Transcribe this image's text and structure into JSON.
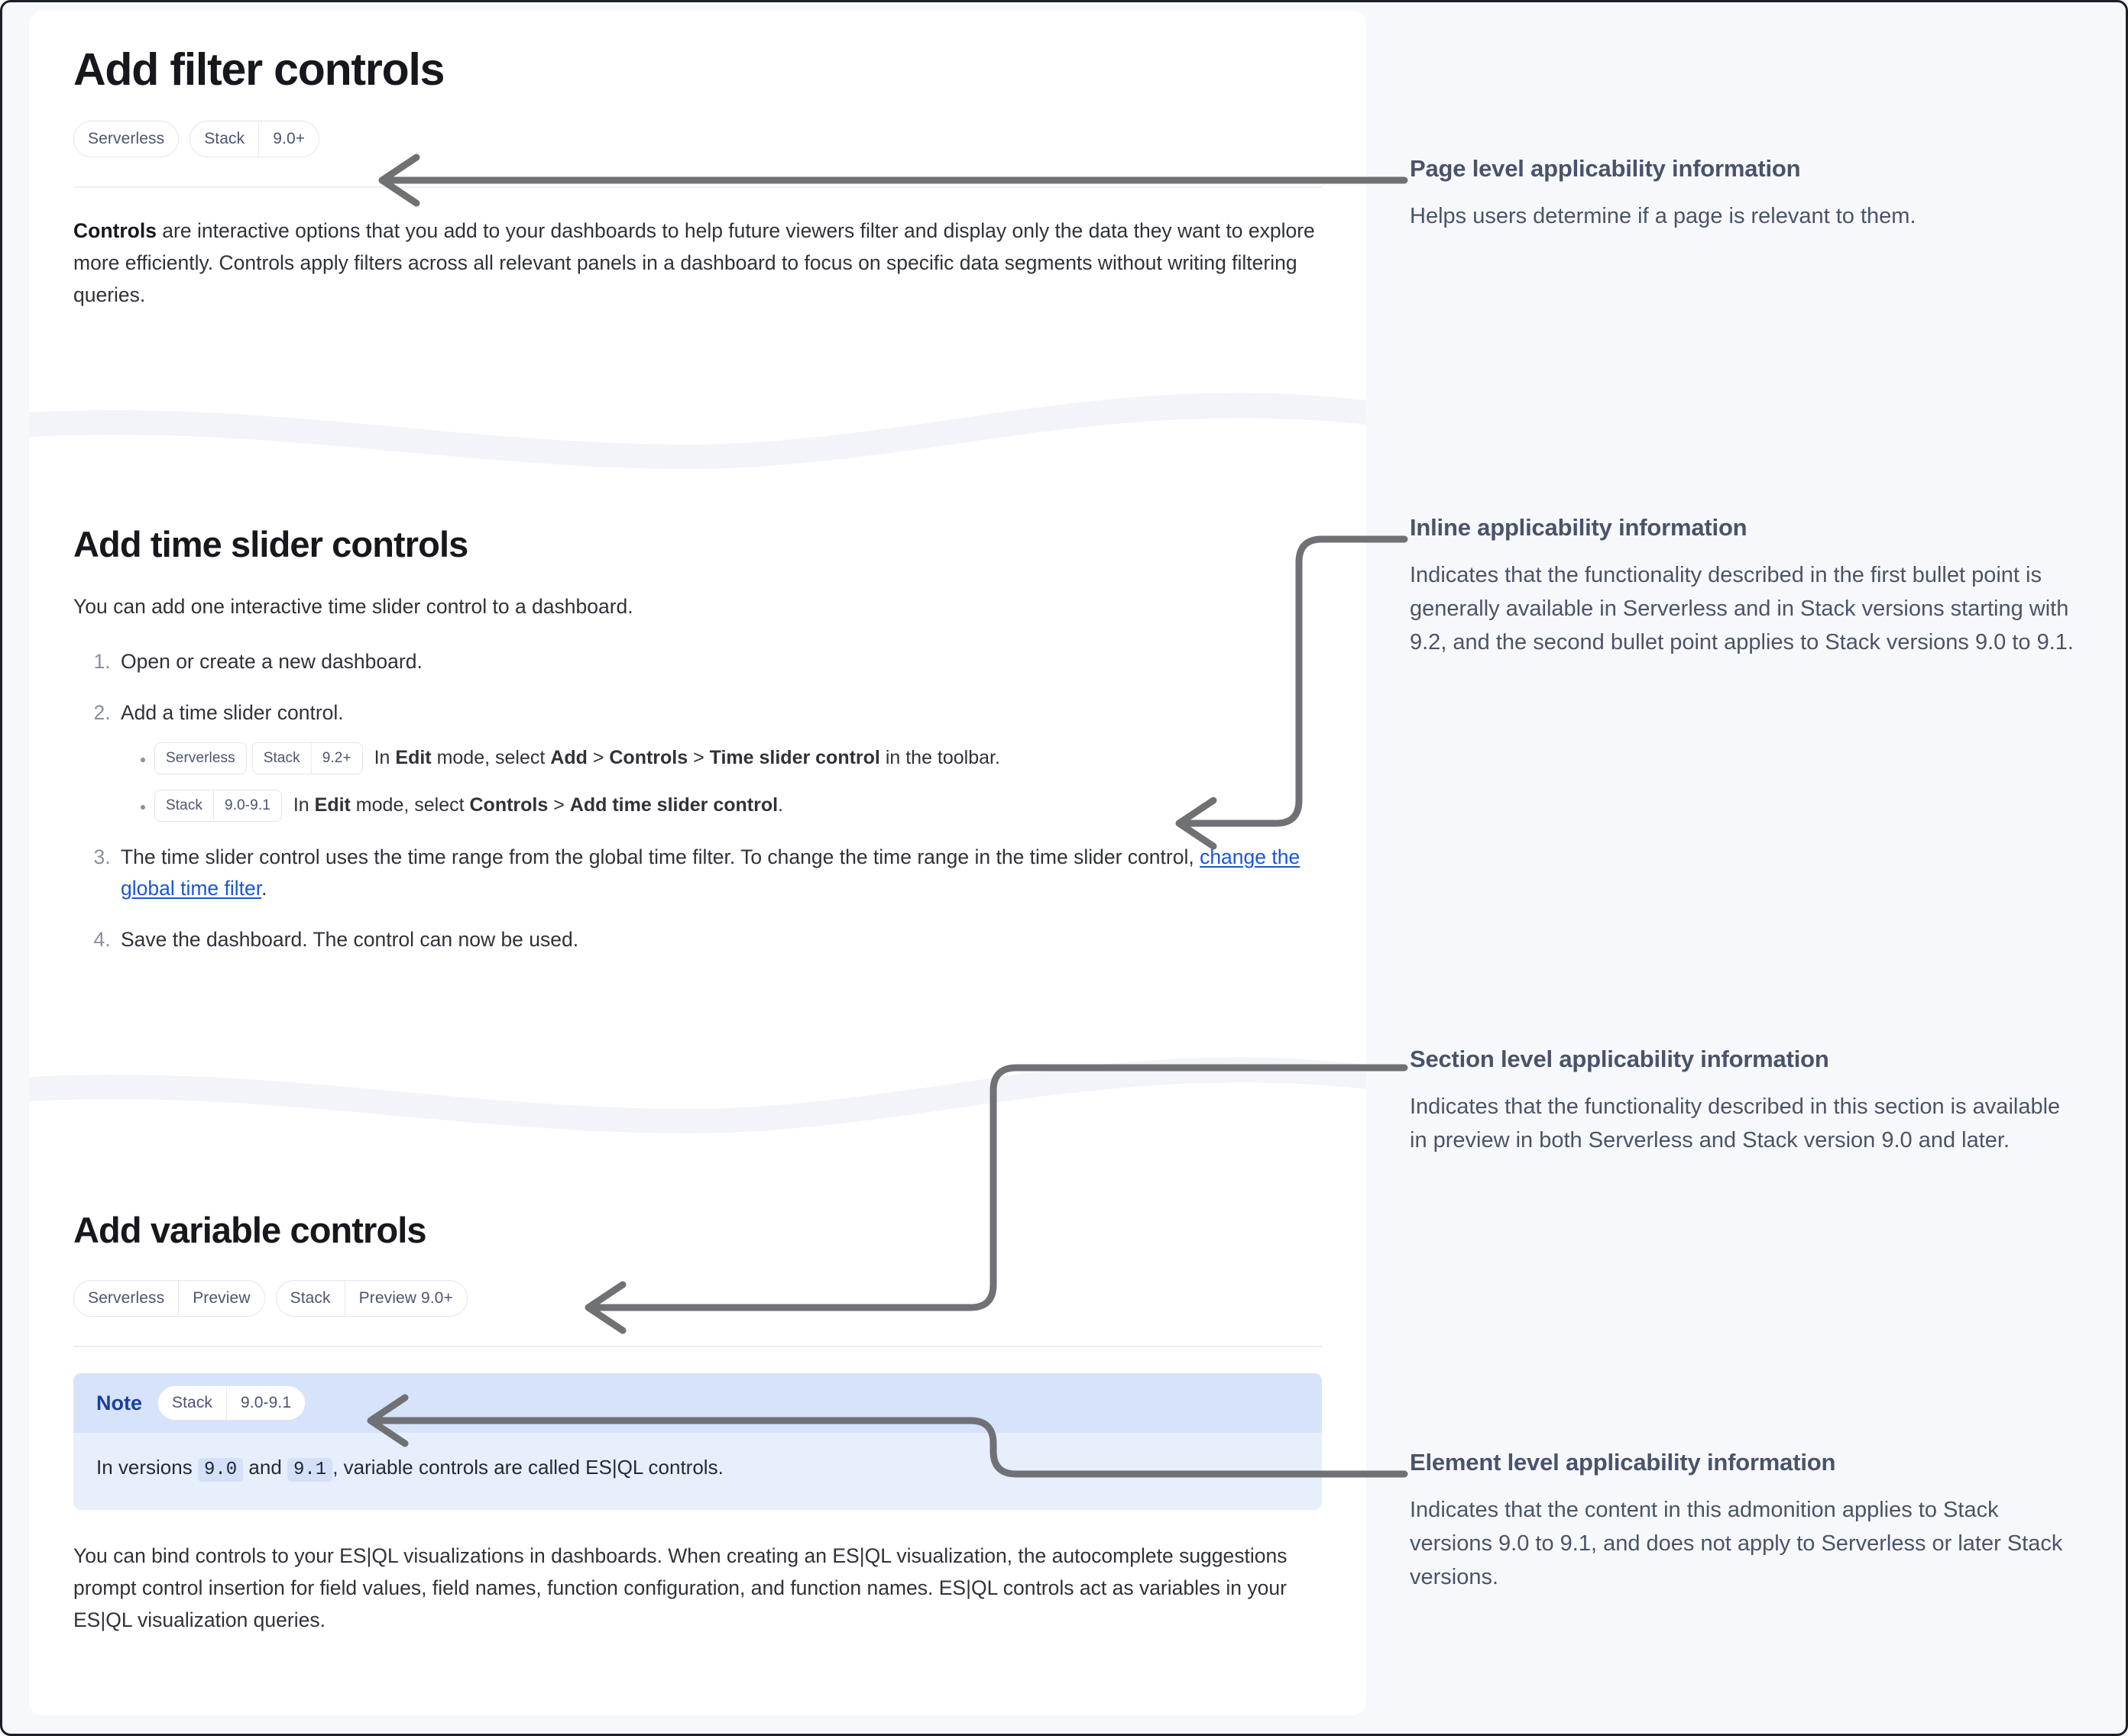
{
  "page": {
    "title": "Add filter controls",
    "applicability": [
      {
        "segments": [
          "Serverless"
        ]
      },
      {
        "segments": [
          "Stack",
          "9.0+"
        ]
      }
    ],
    "intro": {
      "lead": "Controls",
      "rest": " are interactive options that you add to your dashboards to help future viewers filter and display only the data they want to explore more efficiently. Controls apply filters across all relevant panels in a dashboard to focus on specific data segments without writing filtering queries."
    }
  },
  "time_slider_section": {
    "heading": "Add time slider controls",
    "intro": "You can add one interactive time slider control to a dashboard.",
    "steps": [
      {
        "text": "Open or create a new dashboard."
      },
      {
        "text": "Add a time slider control.",
        "bullets": [
          {
            "badges": [
              {
                "segments": [
                  "Serverless"
                ]
              },
              {
                "segments": [
                  "Stack",
                  "9.2+"
                ]
              }
            ],
            "parts": [
              {
                "t": "In ",
                "b": false
              },
              {
                "t": "Edit",
                "b": true
              },
              {
                "t": " mode, select ",
                "b": false
              },
              {
                "t": "Add",
                "b": true
              },
              {
                "t": " > ",
                "b": false
              },
              {
                "t": "Controls",
                "b": true
              },
              {
                "t": " > ",
                "b": false
              },
              {
                "t": "Time slider control",
                "b": true
              },
              {
                "t": " in the toolbar.",
                "b": false
              }
            ]
          },
          {
            "badges": [
              {
                "segments": [
                  "Stack",
                  "9.0-9.1"
                ]
              }
            ],
            "parts": [
              {
                "t": "In ",
                "b": false
              },
              {
                "t": "Edit",
                "b": true
              },
              {
                "t": " mode, select ",
                "b": false
              },
              {
                "t": "Controls",
                "b": true
              },
              {
                "t": " > ",
                "b": false
              },
              {
                "t": "Add time slider control",
                "b": true
              },
              {
                "t": ".",
                "b": false
              }
            ]
          }
        ]
      },
      {
        "text_before_link": "The time slider control uses the time range from the global time filter. To change the time range in the time slider control, ",
        "link_text": "change the global time filter",
        "text_after_link": "."
      },
      {
        "text": "Save the dashboard. The control can now be used."
      }
    ]
  },
  "variable_section": {
    "heading": "Add variable controls",
    "applicability": [
      {
        "segments": [
          "Serverless",
          "Preview"
        ]
      },
      {
        "segments": [
          "Stack",
          "Preview 9.0+"
        ]
      }
    ],
    "note": {
      "label": "Note",
      "badges": [
        {
          "segments": [
            "Stack",
            "9.0-9.1"
          ]
        }
      ],
      "body_parts": [
        {
          "t": "In versions ",
          "code": false
        },
        {
          "t": "9.0",
          "code": true
        },
        {
          "t": " and ",
          "code": false
        },
        {
          "t": "9.1",
          "code": true
        },
        {
          "t": ", variable controls are called ES|QL controls.",
          "code": false
        }
      ]
    },
    "paragraph": "You can bind controls to your ES|QL visualizations in dashboards. When creating an ES|QL visualization, the autocomplete suggestions prompt control insertion for field values, field names, function configuration, and function names. ES|QL controls act as variables in your ES|QL visualization queries."
  },
  "annotations": [
    {
      "id": "page-level",
      "title": "Page level applicability information",
      "body": "Helps users determine if a page is relevant to them."
    },
    {
      "id": "inline",
      "title": "Inline applicability information",
      "body": "Indicates that the functionality described in the first bullet point is generally available in Serverless and in Stack versions starting with 9.2, and the second bullet point applies to Stack versions 9.0 to 9.1."
    },
    {
      "id": "section-level",
      "title": "Section level applicability information",
      "body": "Indicates that the functionality described in this section is available in preview in both Serverless and Stack version 9.0 and later."
    },
    {
      "id": "element-level",
      "title": "Element level applicability information",
      "body": "Indicates that the content in this admonition applies to Stack versions 9.0 to 9.1, and does not apply to Serverless or later Stack versions."
    }
  ],
  "colors": {
    "page_background": "#f7f8fc",
    "card_background": "#ffffff",
    "badge_text": "#4c5572",
    "connector": "#6f7175",
    "link": "#1a56db",
    "note_header": "#d6e3fb",
    "note_body": "#e7eefc",
    "note_label": "#1b3fa0",
    "annotation_text": "#4a5467"
  }
}
